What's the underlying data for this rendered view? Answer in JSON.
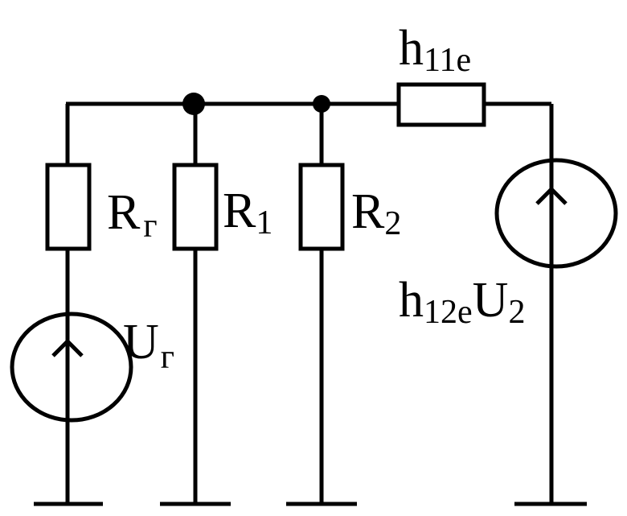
{
  "labels": {
    "h11e": {
      "main": "h",
      "sub": "11e"
    },
    "rg": {
      "main": "R",
      "sub": "г"
    },
    "r1": {
      "main": "R",
      "sub": "1"
    },
    "r2": {
      "main": "R",
      "sub": "2"
    },
    "ug": {
      "main": "U",
      "sub": "г"
    },
    "h12e": {
      "main": "h",
      "sub": "12e",
      "main2": "U",
      "sub2": "2"
    }
  },
  "colors": {
    "stroke": "#000000",
    "background": "#ffffff"
  }
}
